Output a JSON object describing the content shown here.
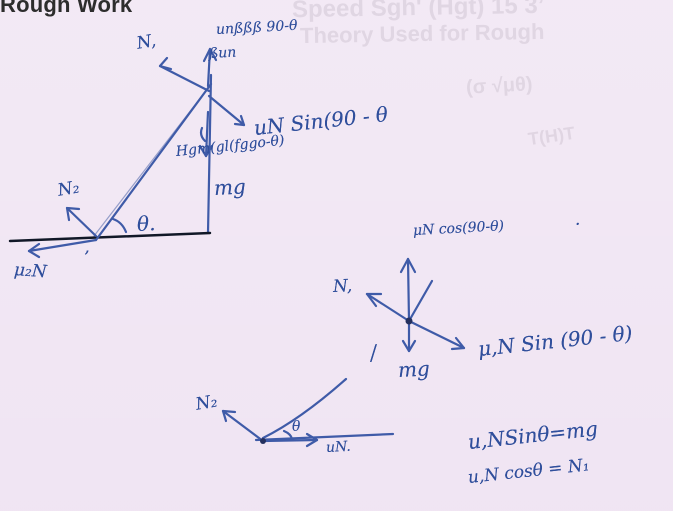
{
  "sheet": {
    "title": "Rough Work",
    "bleed_lines": [
      "Speed Sgh' (Hgt) 15 3’",
      "Theory Used for Rough",
      "(σ √μθ)",
      "T(H)T"
    ]
  },
  "notes": {
    "diagram1": {
      "n1": "N,",
      "top": "unßßß 90-θ",
      "top_small": "ßun",
      "right": "uN Sin(90 - θ",
      "middle": "Hgm(gl(fggo-θ)",
      "mg": "mg",
      "n2": "N₂",
      "theta": "θ.",
      "u2n": "μ₂N",
      "dot": "’"
    },
    "diagram2": {
      "top": "μN cos(90-θ)",
      "dot": ".",
      "n1": "N,",
      "right": "μ,N Sin (90 - θ)",
      "mg": "mg",
      "slash": "/"
    },
    "diagram3": {
      "n2": "N₂",
      "theta": "θ",
      "un": "uN."
    },
    "equations": [
      "u,NSinθ=mg",
      "u,N cosθ = N₁"
    ]
  },
  "colors": {
    "background": "#eee1f1",
    "ink": "#3f5ba8",
    "dark_ink": "#111827",
    "title": "#2d2d2d"
  }
}
